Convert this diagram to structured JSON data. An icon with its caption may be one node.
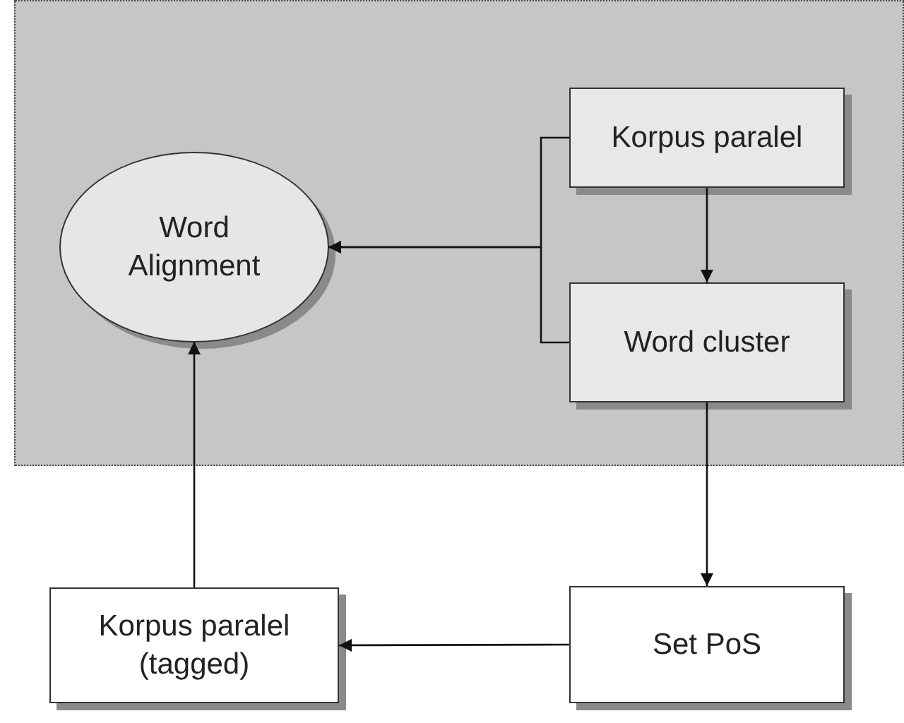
{
  "diagram": {
    "nodes": [
      {
        "text": [
          "Word Alignment"
        ]
      },
      {
        "text": [
          "Korpus paralel"
        ]
      },
      {
        "text": [
          "Word cluster"
        ]
      },
      {
        "text": [
          "Set PoS"
        ]
      },
      {
        "text": [
          "Korpus paralel (tagged)"
        ]
      }
    ],
    "edges": [
      {
        "from": 1,
        "to": 0,
        "arrow": "to"
      },
      {
        "from": 2,
        "to": 0,
        "arrow": "to"
      },
      {
        "from": 1,
        "to": 2,
        "arrow": "to"
      },
      {
        "from": 2,
        "to": 3,
        "arrow": "to"
      },
      {
        "from": 3,
        "to": 4,
        "arrow": "to"
      },
      {
        "from": 4,
        "to": 0,
        "arrow": "to"
      }
    ]
  }
}
